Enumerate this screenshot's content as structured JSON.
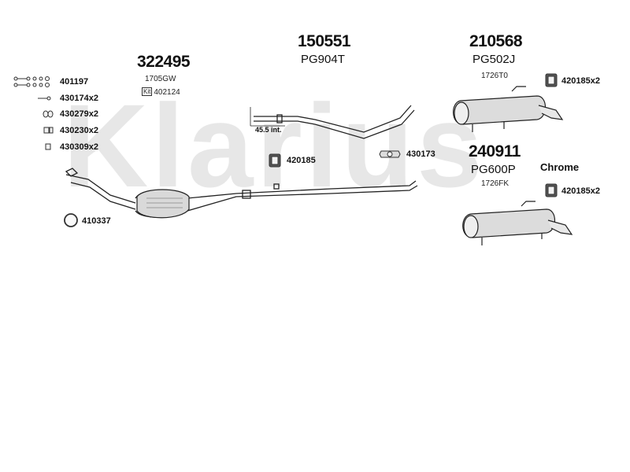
{
  "watermark": "Klarius",
  "parts": {
    "p322495": {
      "number": "322495",
      "code": "1705GW",
      "kit_prefix": "Kit",
      "kit_number": "402124"
    },
    "p150551": {
      "number": "150551",
      "code": "PG904T",
      "dimension": "45.5 int."
    },
    "p210568": {
      "number": "210568",
      "code": "PG502J",
      "sub_code": "1726T0"
    },
    "p240911": {
      "number": "240911",
      "code": "PG600P",
      "sub_code": "1726FK",
      "finish": "Chrome"
    }
  },
  "fittings": {
    "f401197": "401197",
    "f430174": "430174x2",
    "f430279": "430279x2",
    "f430230": "430230x2",
    "f430309": "430309x2",
    "f410337": "410337",
    "f420185_mid": "420185",
    "f430173": "430173",
    "f420185_top": "420185x2",
    "f420185_bottom": "420185x2"
  }
}
